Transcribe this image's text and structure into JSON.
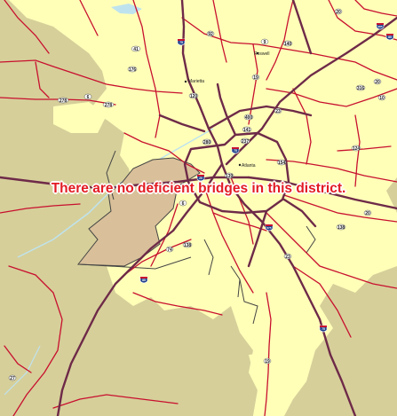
{
  "message": "There are no deficient bridges in this district.",
  "colors": {
    "rural": "#d6cf9a",
    "urban": "#ffffb8",
    "district": "#d9c09a",
    "water": "#bfe3ee",
    "road": "#c8102e",
    "interstate": "#6e2a48",
    "border": "#444444",
    "message": "#e21b23"
  },
  "cities": {
    "marietta": "Marietta",
    "roswell": "Roswell",
    "atlanta": "Atlanta"
  },
  "shields": {
    "us41": "41",
    "ga9": "9",
    "us19_north": "19",
    "us19_south": "19",
    "ga92": "92",
    "ga120_n": "120",
    "ga140": "140",
    "ga20_ne": "20",
    "ga20_e": "20",
    "ga20_se": "20",
    "ga316": "316",
    "ga124": "124",
    "ga6": "6",
    "ga6_b": "6",
    "ga176": "176",
    "ga278": "278",
    "ga278_b": "278",
    "ga280": "280",
    "ga400": "400",
    "ga141": "141",
    "ga23": "23",
    "ga23_s": "23",
    "ga237": "237",
    "ga154": "154",
    "ga139": "139",
    "ga138": "138",
    "ga74": "74",
    "ga10": "10",
    "ga27": "27",
    "i75_n": "75",
    "i85_n": "85",
    "i75_s": "75",
    "i85_s": "85",
    "i20": "20",
    "i75_c": "75",
    "i675": "675",
    "i985": "985"
  }
}
